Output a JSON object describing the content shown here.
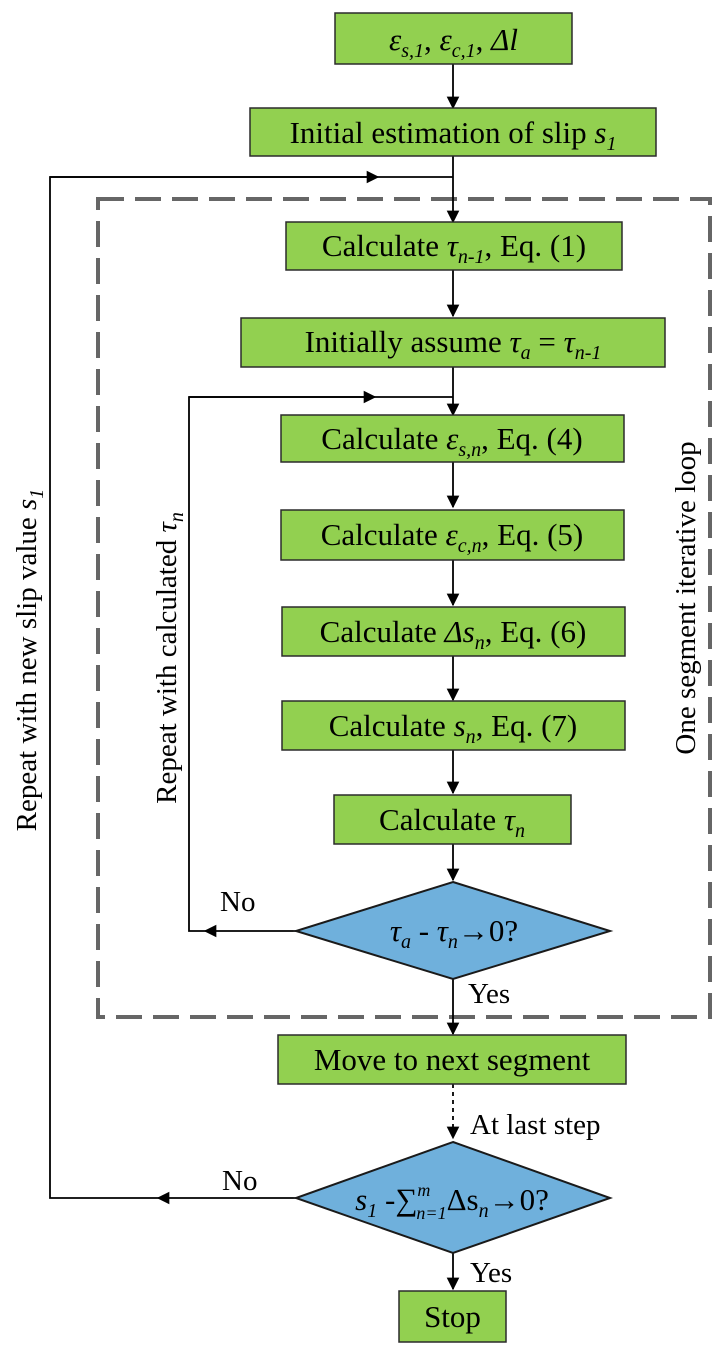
{
  "nodes": {
    "inputs": {
      "v1": "ε",
      "v1_sub": "s,1",
      "sep1": ", ",
      "v2": "ε",
      "v2_sub": "c,1",
      "sep2": ", ",
      "v3": "Δl"
    },
    "initial_slip": {
      "text": "Initial estimation of slip ",
      "var": "s",
      "sub": "1"
    },
    "calc_tau_prev": {
      "pre": "Calculate ",
      "var": "τ",
      "sub": "n-1",
      "post": ", Eq. (1)"
    },
    "assume_tau": {
      "pre": "Initially assume ",
      "var1": "τ",
      "sub1": "a",
      "eq": " = ",
      "var2": "τ",
      "sub2": "n-1"
    },
    "calc_eps_s": {
      "pre": "Calculate ",
      "var": "ε",
      "sub": "s,n",
      "post": ", Eq. (4)"
    },
    "calc_eps_c": {
      "pre": "Calculate ",
      "var": "ε",
      "sub": "c,n",
      "post": ", Eq. (5)"
    },
    "calc_delta_s": {
      "pre": "Calculate ",
      "var": "Δs",
      "sub": "n",
      "post": ", Eq. (6)"
    },
    "calc_s": {
      "pre": "Calculate ",
      "var": "s",
      "sub": "n",
      "post": ", Eq. (7)"
    },
    "calc_tau": {
      "pre": "Calculate ",
      "var": "τ",
      "sub": "n"
    },
    "check_tau": {
      "var1": "τ",
      "sub1": "a",
      "mid": " - ",
      "var2": "τ",
      "sub2": "n",
      "post": "→0?"
    },
    "next_segment": {
      "text": "Move to next segment"
    },
    "check_slip": {
      "var1": "s",
      "sub1": "1",
      "mid": " -",
      "sum": "∑",
      "sum_sup": "m",
      "sum_sub": "n=1",
      "delta": "Δs",
      "sub2": "n",
      "post": "→0?"
    },
    "stop": {
      "text": "Stop"
    }
  },
  "labels": {
    "no_inner": "No",
    "yes_inner": "Yes",
    "at_last_step": "At last step",
    "no_outer": "No",
    "yes_outer": "Yes",
    "inner_loop_text": "Repeat with calculated ",
    "inner_loop_var": "τ",
    "inner_loop_sub": "n",
    "outer_loop_text": "Repeat with new slip value ",
    "outer_loop_var": "s",
    "outer_loop_sub": "1",
    "segment_loop": "One segment iterative loop"
  },
  "colors": {
    "box_fill": "#92d050",
    "diamond_fill": "#6fb0dc",
    "dashed_border": "#666666"
  }
}
